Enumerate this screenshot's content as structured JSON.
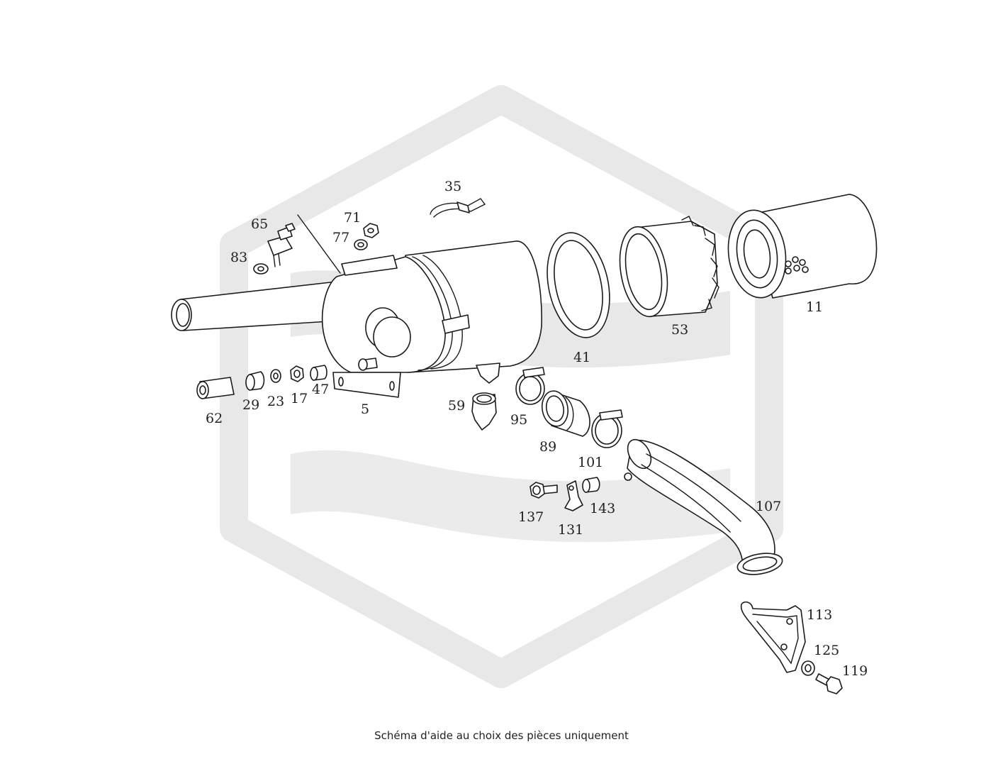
{
  "caption": "Schéma d'aide au choix des pièces uniquement",
  "watermark": {
    "shape": "hexagon-logo",
    "color": "#e8e8e8"
  },
  "part_labels": {
    "p35": "35",
    "p65": "65",
    "p71": "71",
    "p77": "77",
    "p83": "83",
    "p11": "11",
    "p53": "53",
    "p41": "41",
    "p5": "5",
    "p62": "62",
    "p29": "29",
    "p23": "23",
    "p17": "17",
    "p47": "47",
    "p59": "59",
    "p95": "95",
    "p89": "89",
    "p101": "101",
    "p107": "107",
    "p137": "137",
    "p131": "131",
    "p143": "143",
    "p113": "113",
    "p125": "125",
    "p119": "119"
  }
}
